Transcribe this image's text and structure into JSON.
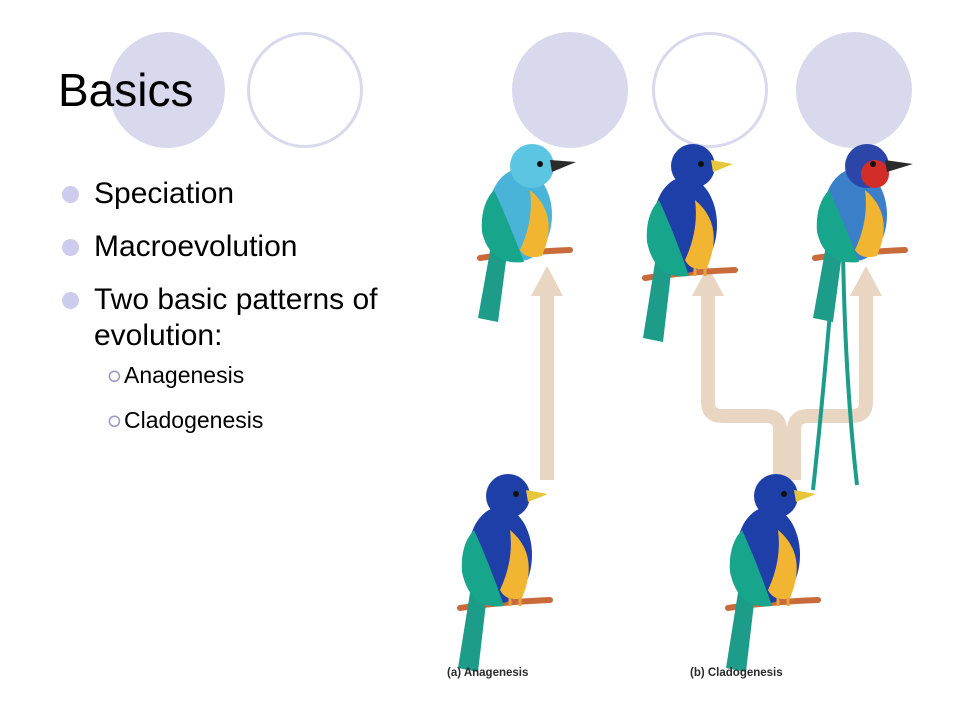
{
  "slide": {
    "title": "Basics",
    "bullets": [
      {
        "text": "Speciation"
      },
      {
        "text": "Macroevolution"
      },
      {
        "text": "Two basic patterns of evolution:",
        "sub": [
          "Anagenesis",
          "Cladogenesis"
        ]
      }
    ]
  },
  "figure": {
    "caption_a": "(a) Anagenesis",
    "caption_b": "(b) Cladogenesis"
  },
  "colors": {
    "accent": "#d9d9ee",
    "bullet": "#ccccec",
    "arrow": "#e8d6c3"
  }
}
